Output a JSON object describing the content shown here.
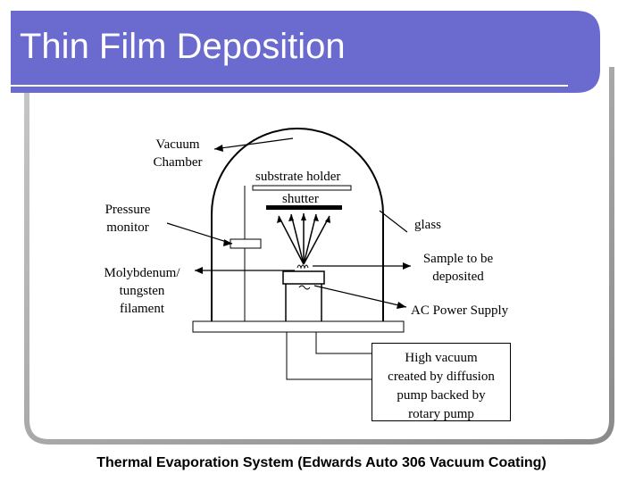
{
  "slide": {
    "title": "Thin Film Deposition",
    "caption": "Thermal Evaporation System (Edwards Auto 306 Vacuum Coating)"
  },
  "labels": {
    "vacuum_chamber": [
      "Vacuum",
      "Chamber"
    ],
    "substrate_holder": "substrate holder",
    "shutter": "shutter",
    "pressure_monitor": [
      "Pressure",
      "monitor"
    ],
    "glass": "glass",
    "filament": [
      "Molybdenum/",
      "tungsten",
      "filament"
    ],
    "sample": [
      "Sample to be",
      "deposited"
    ],
    "ac_power": "AC Power Supply",
    "high_vacuum": [
      "High vacuum",
      "created by diffusion",
      "pump backed by",
      "rotary pump"
    ]
  },
  "colors": {
    "theme_blue": "#6a6acf",
    "frame_gray": "#9a9a9a",
    "line": "#000000"
  }
}
